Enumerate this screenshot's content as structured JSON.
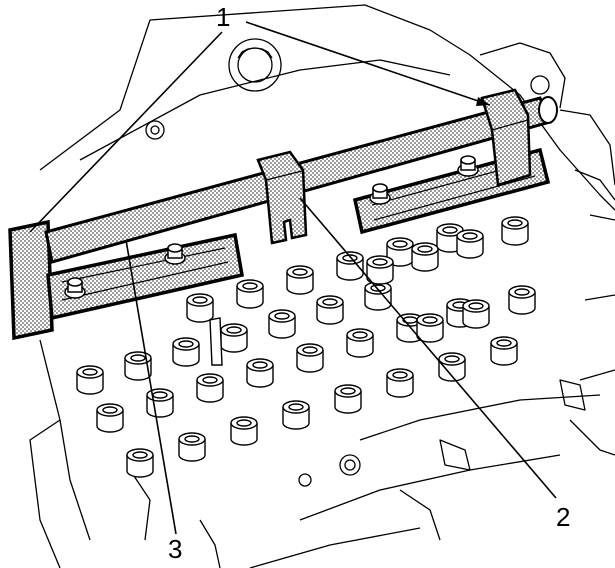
{
  "callouts": [
    {
      "id": "1"
    },
    {
      "id": "2"
    },
    {
      "id": "3"
    }
  ],
  "colors": {
    "ink": "#000000",
    "paper": "#ffffff",
    "tool_fill": "#c8c8c8"
  }
}
